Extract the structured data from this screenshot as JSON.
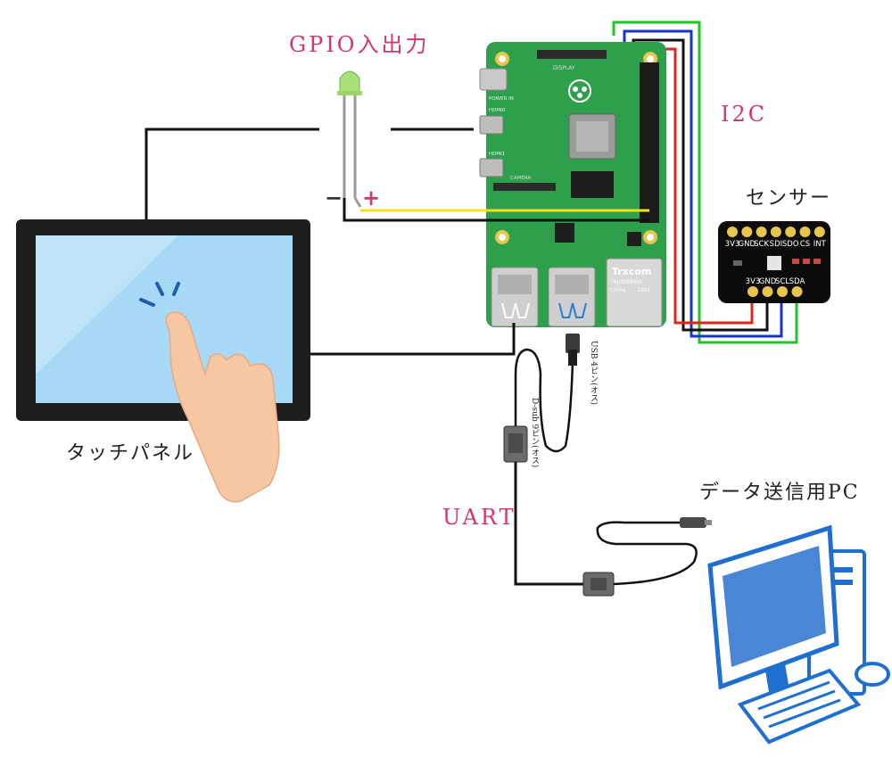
{
  "labels": {
    "gpio": "GPIO入出力",
    "i2c": "I2C",
    "sensor": "センサー",
    "touch_panel": "タッチパネル",
    "uart": "UART",
    "pc": "データ送信用PC",
    "usb_connector": "USB 4ピン(オス)",
    "dsub_connector": "D-sub 9ピン(オス)"
  },
  "led_pins": {
    "minus": "−",
    "plus": "+"
  },
  "sensor_pins": {
    "top": [
      "3V3",
      "GND",
      "SCK",
      "SDI",
      "SDO",
      "CS",
      "INT"
    ],
    "bottom": [
      "3V3",
      "GND",
      "SCL",
      "SDA"
    ]
  },
  "board": {
    "ports": [
      "POWER IN",
      "HDMI0",
      "HDMI1"
    ],
    "connectors": [
      "DISPLAY",
      "CAMERA"
    ],
    "chip_brand": "Trxcom",
    "chip_code": "TRJG0926NL",
    "chip_origin": "China",
    "chip_year": "1901"
  },
  "colors": {
    "board_green": "#2e9f4b",
    "wire_red": "#e0261b",
    "wire_black": "#111111",
    "wire_blue": "#1833c8",
    "wire_green": "#22c22a",
    "wire_yellow": "#f2e11a",
    "pc_blue": "#1f6fd1",
    "label_pink": "#d9336b"
  },
  "icons": [
    "led-icon",
    "raspberry-pi-board-icon",
    "sensor-board-icon",
    "touch-panel-icon",
    "hand-icon",
    "desktop-pc-icon",
    "usb-plug-icon",
    "dsub-plug-icon"
  ]
}
